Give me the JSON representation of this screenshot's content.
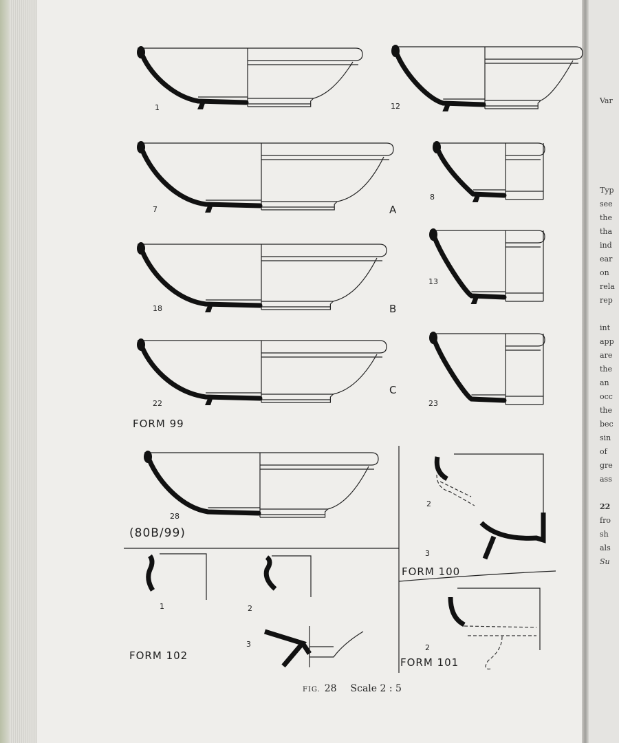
{
  "figure": {
    "labels": {
      "b1": "1",
      "b12": "12",
      "b7": "7",
      "b8": "8",
      "b18": "18",
      "b13": "13",
      "b22": "22",
      "b23": "23",
      "b28": "28"
    },
    "letters": {
      "a": "A",
      "b": "B",
      "c": "C"
    },
    "form99": "FORM 99",
    "form80b": "(80B/99)",
    "form100": {
      "title": "FORM 100",
      "items": [
        "2",
        "3"
      ]
    },
    "form102": {
      "title": "FORM 102",
      "items": [
        "1",
        "2",
        "3"
      ]
    },
    "form101": {
      "title": "FORM 101",
      "items": [
        "2"
      ]
    },
    "caption": {
      "fig": "FIG.",
      "number": "28",
      "scale": "Scale 2 : 5"
    }
  },
  "right_page": {
    "lines": [
      "Var",
      "Typ",
      "see",
      "the",
      "tha",
      "ind",
      "ear",
      "on",
      "rela",
      "rep",
      "int",
      "app",
      "are",
      "the",
      "an",
      "occ",
      "the",
      "bec",
      "sin",
      "of",
      "gre",
      "ass",
      "22",
      "fro",
      "sh",
      "als",
      "Su"
    ]
  }
}
